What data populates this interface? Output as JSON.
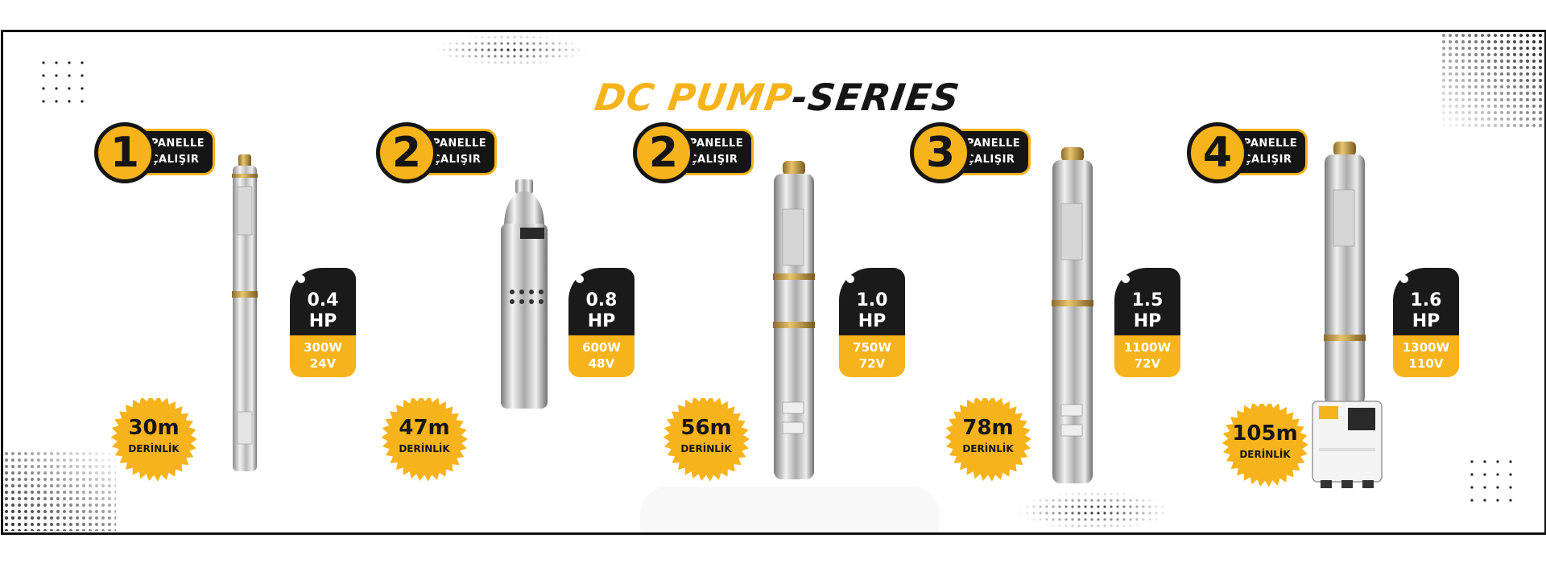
{
  "title": {
    "part1": "DC PUMP",
    "part2": "-SERIES"
  },
  "colors": {
    "accent": "#f6b31b",
    "dark": "#151515"
  },
  "products": [
    {
      "panel_count": "1",
      "panel_line1": "PANELLE",
      "panel_line2": "ÇALIŞIR",
      "hp": "0.4",
      "hp_unit": "HP",
      "watt": "300W",
      "volt": "24V",
      "depth": "30m",
      "depth_label": "DERİNLİK"
    },
    {
      "panel_count": "2",
      "panel_line1": "PANELLE",
      "panel_line2": "ÇALIŞIR",
      "hp": "0.8",
      "hp_unit": "HP",
      "watt": "600W",
      "volt": "48V",
      "depth": "47m",
      "depth_label": "DERİNLİK"
    },
    {
      "panel_count": "2",
      "panel_line1": "PANELLE",
      "panel_line2": "ÇALIŞIR",
      "hp": "1.0",
      "hp_unit": "HP",
      "watt": "750W",
      "volt": "72V",
      "depth": "56m",
      "depth_label": "DERİNLİK"
    },
    {
      "panel_count": "3",
      "panel_line1": "PANELLE",
      "panel_line2": "ÇALIŞIR",
      "hp": "1.5",
      "hp_unit": "HP",
      "watt": "1100W",
      "volt": "72V",
      "depth": "78m",
      "depth_label": "DERİNLİK"
    },
    {
      "panel_count": "4",
      "panel_line1": "PANELLE",
      "panel_line2": "ÇALIŞIR",
      "hp": "1.6",
      "hp_unit": "HP",
      "watt": "1300W",
      "volt": "110V",
      "depth": "105m",
      "depth_label": "DERİNLİK"
    }
  ]
}
